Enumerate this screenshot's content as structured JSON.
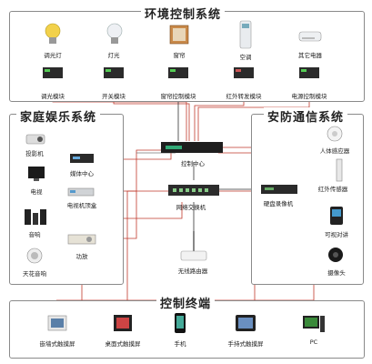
{
  "sections": {
    "env": {
      "title": "环境控制系统"
    },
    "ent": {
      "title": "家庭娱乐系统"
    },
    "sec": {
      "title": "安防通信系统"
    },
    "term": {
      "title": "控制终端"
    }
  },
  "env_devices": [
    "调光灯",
    "灯光",
    "窗帘",
    "空调",
    "其它电器"
  ],
  "env_modules": [
    "调光模块",
    "开关模块",
    "窗帘控制模块",
    "红外转发模块",
    "电源控制模块"
  ],
  "ent_devices": [
    "投影机",
    "电视",
    "音响",
    "天花音响"
  ],
  "ent_controllers": [
    "媒体中心",
    "电视机顶盒",
    "功放"
  ],
  "center": {
    "controller": "控制中心",
    "switch": "网络交换机",
    "router": "无线路由器"
  },
  "sec_devices": [
    "人体感应器",
    "红外传感器",
    "硬盘录像机",
    "可视对讲",
    "摄像头"
  ],
  "terminals": [
    "嵌墙式触摸屏",
    "桌面式触摸屏",
    "手机",
    "手持式触摸屏",
    "PC"
  ],
  "colors": {
    "wire_red": "#c0392b",
    "wire_gray": "#777777",
    "wire_dark": "#333333",
    "border": "#8a8a8a"
  }
}
